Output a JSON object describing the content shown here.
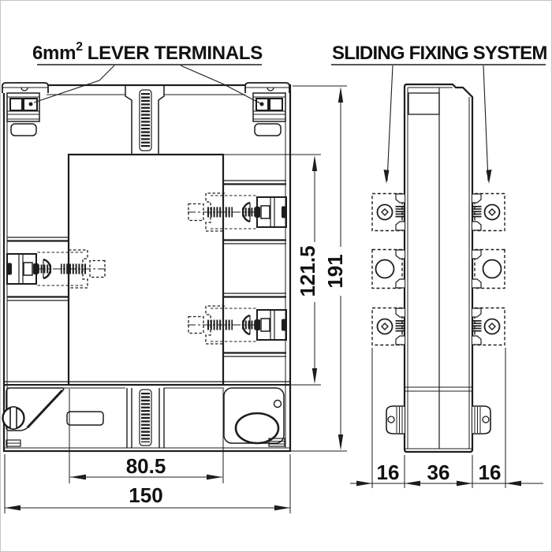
{
  "drawing": {
    "title_left": {
      "base": "6mm",
      "superscript": "2",
      "rest": "LEVER TERMINALS"
    },
    "title_right": "SLIDING FIXING SYSTEM",
    "front_view": {
      "window_height_mm": "121.5",
      "overall_height_mm": "191",
      "window_width_mm": "80.5",
      "overall_width_mm": "150"
    },
    "side_view": {
      "left_flange_mm": "16",
      "body_depth_mm": "36",
      "right_flange_mm": "16"
    },
    "colors": {
      "line": "#1d1d1d",
      "background": "#ffffff",
      "page_border": "#c4c4c4"
    }
  }
}
